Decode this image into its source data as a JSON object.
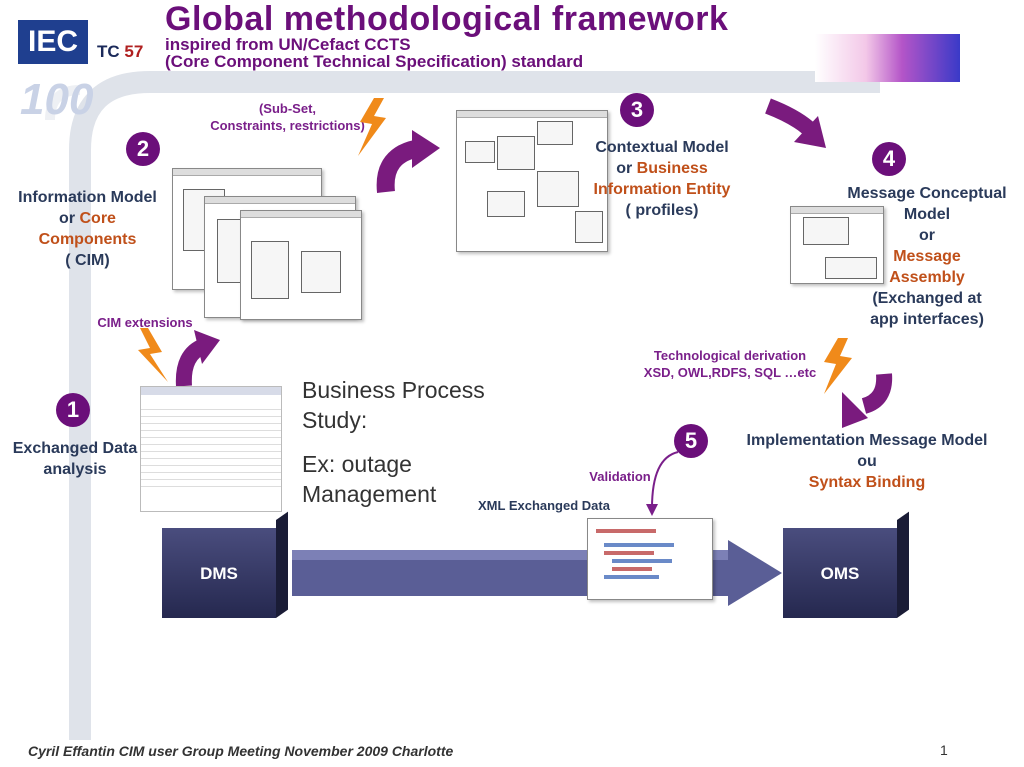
{
  "header": {
    "title": "Global methodological framework",
    "subtitle_line1": "inspired from UN/Cefact CCTS",
    "subtitle_line2": "(Core Component Technical Specification) standard",
    "logo_text": "IEC",
    "tc_label": "TC",
    "tc_number": "57"
  },
  "steps": {
    "s1": {
      "num": "1",
      "line1": "Exchanged Data",
      "line2": "analysis"
    },
    "s2": {
      "num": "2",
      "line1": "Information Model",
      "line2_prefix": "or ",
      "line2_hl": "Core",
      "line3_hl": "Components",
      "line4": "( CIM)"
    },
    "s3": {
      "num": "3",
      "line1": "Contextual Model",
      "line2_prefix": "or ",
      "line2_hl": "Business",
      "line3_hl": "Information Entity",
      "line4": "( profiles)"
    },
    "s4": {
      "num": "4",
      "line1": "Message Conceptual",
      "line2": "Model",
      "line3": "or",
      "line4_hl": "Message",
      "line5_hl": "Assembly",
      "line6": "(Exchanged at",
      "line7": "app interfaces)"
    },
    "s5": {
      "num": "5"
    }
  },
  "annotations": {
    "subset_line1": "(Sub-Set,",
    "subset_line2": "Constraints, restrictions)",
    "cim_extensions": "CIM extensions",
    "tech_line1": "Technological derivation",
    "tech_line2": "XSD, OWL,RDFS, SQL …etc",
    "validation": "Validation",
    "xml_exchanged": "XML Exchanged Data"
  },
  "implementation": {
    "line1": "Implementation Message Model",
    "line2": "ou",
    "line3_hl": "Syntax Binding"
  },
  "business_process": {
    "line1": "Business Process",
    "line2": "Study:",
    "line3": "Ex: outage",
    "line4": "Management"
  },
  "systems": {
    "left": "DMS",
    "right": "OMS"
  },
  "footer": {
    "text": "Cyril Effantin CIM user Group Meeting  November 2009 Charlotte",
    "page": "1"
  },
  "colors": {
    "accent_purple": "#6b0f7a",
    "highlight_orange": "#c0501a",
    "box_navy": "#2d305a",
    "arrow_band": "#5a5e96",
    "lightning": "#f08a1a"
  }
}
